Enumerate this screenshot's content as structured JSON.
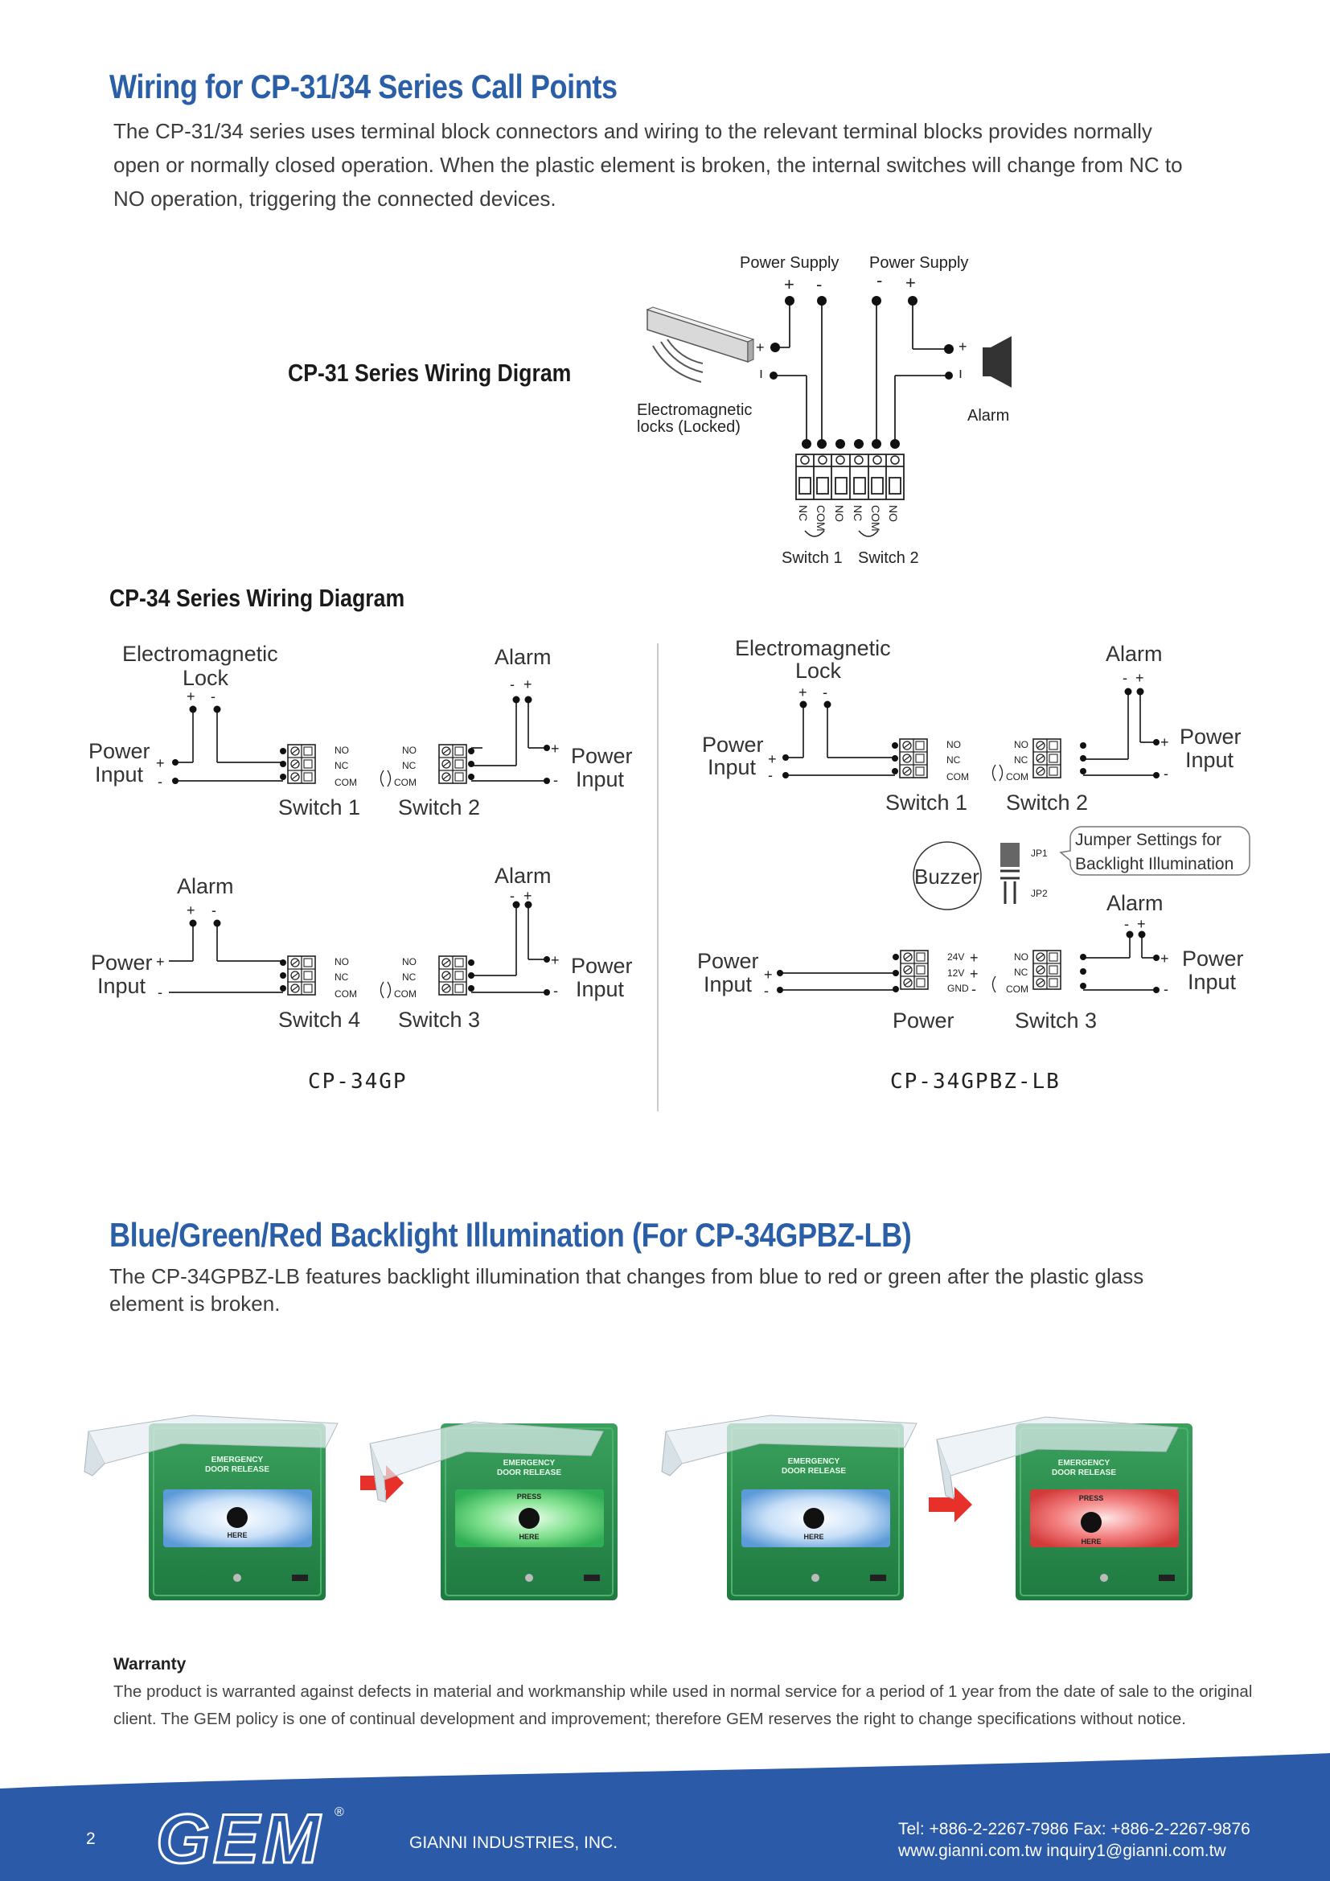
{
  "section1": {
    "title": "Wiring for CP-31/34 Series Call Points",
    "paragraph": "The CP-31/34 series uses terminal block connectors and wiring to the relevant terminal blocks provides normally open or normally closed operation. When the plastic element is broken, the internal switches will change from NC to NO operation, triggering the connected devices."
  },
  "cp31": {
    "title": "CP-31 Series Wiring Digram",
    "power_supply_1": "Power Supply",
    "power_supply_2": "Power Supply",
    "lock_label_1": "Electromagnetic",
    "lock_label_2": "locks (Locked)",
    "alarm_label": "Alarm",
    "switch_1": "Switch 1",
    "switch_2": "Switch 2",
    "terminals": [
      "NC",
      "COM",
      "NO",
      "NC",
      "COM",
      "NO"
    ]
  },
  "cp34": {
    "title": "CP-34 Series Wiring Diagram",
    "em_lock_1": "Electromagnetic",
    "em_lock_2": "Lock",
    "alarm": "Alarm",
    "power": "Power",
    "input": "Input",
    "no": "NO",
    "nc": "NC",
    "com": "COM",
    "switch_1": "Switch 1",
    "switch_2": "Switch 2",
    "switch_3": "Switch 3",
    "switch_4": "Switch 4",
    "buzzer": "Buzzer",
    "jp1": "JP1",
    "jp2": "JP2",
    "jumper_1": "Jumper Settings for",
    "jumper_2": "Backlight Illumination",
    "v24": "24V",
    "v12": "12V",
    "gnd": "GND",
    "power_block": "Power",
    "model_left": "CP-34GP",
    "model_right": "CP-34GPBZ-LB"
  },
  "section2": {
    "title": "Blue/Green/Red Backlight Illumination (For CP-34GPBZ-LB)",
    "paragraph": "The CP-34GPBZ-LB features backlight illumination that changes from blue to red or green after the plastic glass element is broken."
  },
  "product": {
    "text_line1": "EMERGENCY",
    "text_line2": "DOOR RELEASE",
    "press": "PRESS",
    "here": "HERE",
    "colors": [
      "#9cc4f0",
      "#6fe07a",
      "#9cc4f0",
      "#f06a6a"
    ],
    "body_color": "#2e8a4c",
    "arrow_color": "#e8302a"
  },
  "warranty": {
    "title": "Warranty",
    "text": "The product is warranted against defects in material and workmanship while used in normal service for a period of 1 year from the date of sale to the original client. The GEM policy is one of continual development and improvement; therefore GEM reserves the right to change specifications without notice."
  },
  "footer": {
    "page_number": "2",
    "logo": "GEM",
    "registered": "®",
    "company": "GIANNI INDUSTRIES, INC.",
    "tel_fax": "Tel: +886-2-2267-7986   Fax: +886-2-2267-9876",
    "web_email": "www.gianni.com.tw   inquiry1@gianni.com.tw",
    "band_color": "#2a5aa8"
  }
}
